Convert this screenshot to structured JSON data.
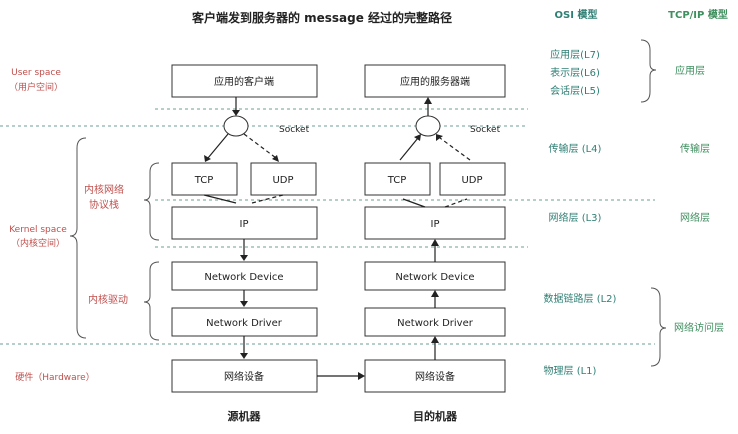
{
  "title": "客户端发到服务器的 message 经过的完整路径",
  "osi_header": "OSI 模型",
  "tcpip_header": "TCP/IP 模型",
  "left_labels": {
    "user_space": "User space",
    "user_space_cn": "（用户空间）",
    "kernel_stack_1": "内核网络",
    "kernel_stack_2": "协议栈",
    "kernel_space": "Kernel space",
    "kernel_space_cn": "（内核空间）",
    "kernel_driver": "内核驱动",
    "hardware": "硬件（Hardware）"
  },
  "source": {
    "app": "应用的客户端",
    "socket": "Socket",
    "tcp": "TCP",
    "udp": "UDP",
    "ip": "IP",
    "device": "Network Device",
    "driver": "Network Driver",
    "hw": "网络设备",
    "caption": "源机器"
  },
  "dest": {
    "app": "应用的服务器端",
    "socket": "Socket",
    "tcp": "TCP",
    "udp": "UDP",
    "ip": "IP",
    "device": "Network Device",
    "driver": "Network Driver",
    "hw": "网络设备",
    "caption": "目的机器"
  },
  "osi_layers": {
    "l7": "应用层(L7)",
    "l6": "表示层(L6)",
    "l5": "会话层(L5)",
    "l4": "传输层  (L4)",
    "l3": "网络层  (L3)",
    "l2": "数据链路层 (L2)",
    "l1": "物理层  (L1)"
  },
  "tcpip_layers": {
    "app": "应用层",
    "transport": "传输层",
    "network": "网络层",
    "link": "网络访问层"
  },
  "colors": {
    "red_label": "#c0504d",
    "teal_label": "#2f7f74",
    "green_header": "#3f8f5f",
    "box_border": "#333333"
  }
}
